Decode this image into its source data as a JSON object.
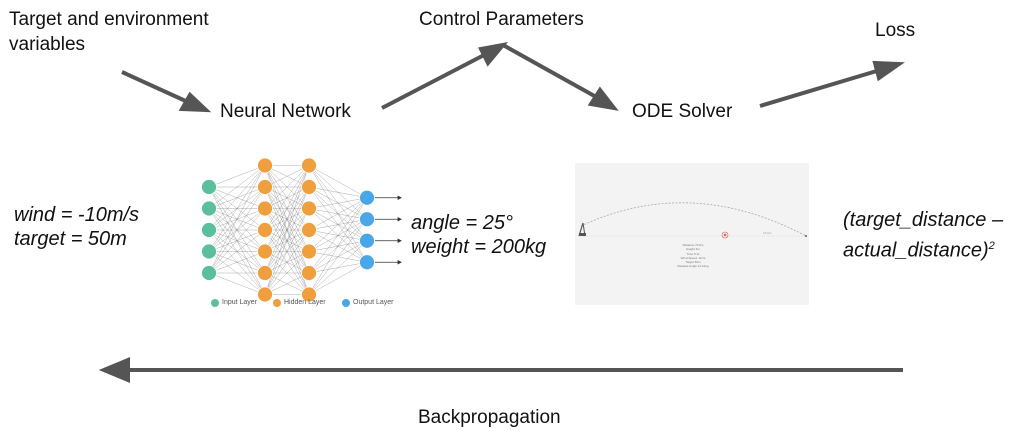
{
  "labels": {
    "target_env_line1": "Target and environment",
    "target_env_line2": "variables",
    "control_parameters": "Control Parameters",
    "loss": "Loss",
    "neural_network": "Neural Network",
    "ode_solver": "ODE Solver",
    "backpropagation": "Backpropagation"
  },
  "inputs": {
    "wind": "wind = -10m/s",
    "target": "target = 50m"
  },
  "outputs": {
    "angle": "angle = 25°",
    "weight": "weight = 200kg"
  },
  "loss_formula": {
    "line1": "(target_distance –",
    "line2": "actual_distance)",
    "exponent": "2"
  },
  "nn_legend": {
    "input": "Input Layer",
    "hidden": "Hidden Layer",
    "output": "Output Layer"
  },
  "nn_layers": [
    5,
    7,
    7,
    4
  ],
  "colors": {
    "input": "#5bbf9c",
    "hidden": "#ef9f3e",
    "output": "#4ba6e8",
    "arrow": "#555555",
    "target_marker": "#e0554e"
  },
  "simulation": {
    "stats": [
      "Distance 72.0m",
      "Height 4m",
      "Time 5.1s",
      "Wind Speed -4m/s",
      "Target 50m",
      "Release Angle 12.1deg"
    ],
    "distance_marker": "72.0m"
  }
}
